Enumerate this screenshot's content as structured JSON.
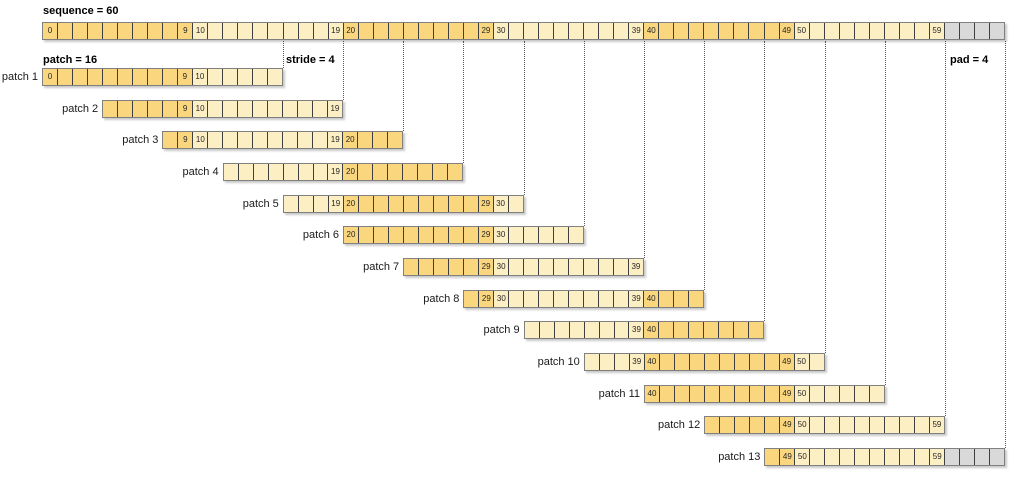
{
  "figure": {
    "title": "sequence = 60",
    "annotations": {
      "patch_size_label": "patch = 16",
      "stride_label": "stride = 4",
      "pad_label": "pad = 4"
    },
    "sequence": {
      "length": 60,
      "pad_cells": 4,
      "total_cells": 64
    },
    "patch_size": 16,
    "stride": 4,
    "labeled_cell_indices": [
      0,
      9,
      10,
      19,
      20,
      29,
      30,
      39,
      40,
      49,
      50,
      59
    ],
    "patches": [
      {
        "label": "patch 1",
        "start": 0,
        "end": 15,
        "visible_numbers": [
          0,
          9,
          10
        ]
      },
      {
        "label": "patch 2",
        "start": 4,
        "end": 19,
        "visible_numbers": [
          9,
          10,
          19
        ]
      },
      {
        "label": "patch 3",
        "start": 8,
        "end": 23,
        "visible_numbers": [
          9,
          10,
          19,
          20
        ]
      },
      {
        "label": "patch 4",
        "start": 12,
        "end": 27,
        "visible_numbers": [
          19,
          20
        ]
      },
      {
        "label": "patch 5",
        "start": 16,
        "end": 31,
        "visible_numbers": [
          19,
          20,
          29,
          30
        ]
      },
      {
        "label": "patch 6",
        "start": 20,
        "end": 35,
        "visible_numbers": [
          20,
          29,
          30
        ]
      },
      {
        "label": "patch 7",
        "start": 24,
        "end": 39,
        "visible_numbers": [
          29,
          30,
          39
        ]
      },
      {
        "label": "patch 8",
        "start": 28,
        "end": 43,
        "visible_numbers": [
          29,
          30,
          39,
          40
        ]
      },
      {
        "label": "patch 9",
        "start": 32,
        "end": 47,
        "visible_numbers": [
          39,
          40
        ]
      },
      {
        "label": "patch 10",
        "start": 36,
        "end": 51,
        "visible_numbers": [
          39,
          40,
          49,
          50
        ]
      },
      {
        "label": "patch 11",
        "start": 40,
        "end": 55,
        "visible_numbers": [
          40,
          49,
          50
        ]
      },
      {
        "label": "patch 12",
        "start": 44,
        "end": 59,
        "visible_numbers": [
          49,
          50,
          59
        ]
      },
      {
        "label": "patch 13",
        "start": 48,
        "end": 63,
        "visible_numbers": [
          49,
          50,
          59
        ],
        "pad_cells": 4
      }
    ],
    "colors": {
      "cell_dark": "#FAD77E",
      "cell_light": "#FDEFC4",
      "cell_pad": "#D9D9D9",
      "cell_border": "#3F3F3F",
      "bar_border": "#808080",
      "dotted_line": "#595959",
      "text": "#000000"
    }
  }
}
